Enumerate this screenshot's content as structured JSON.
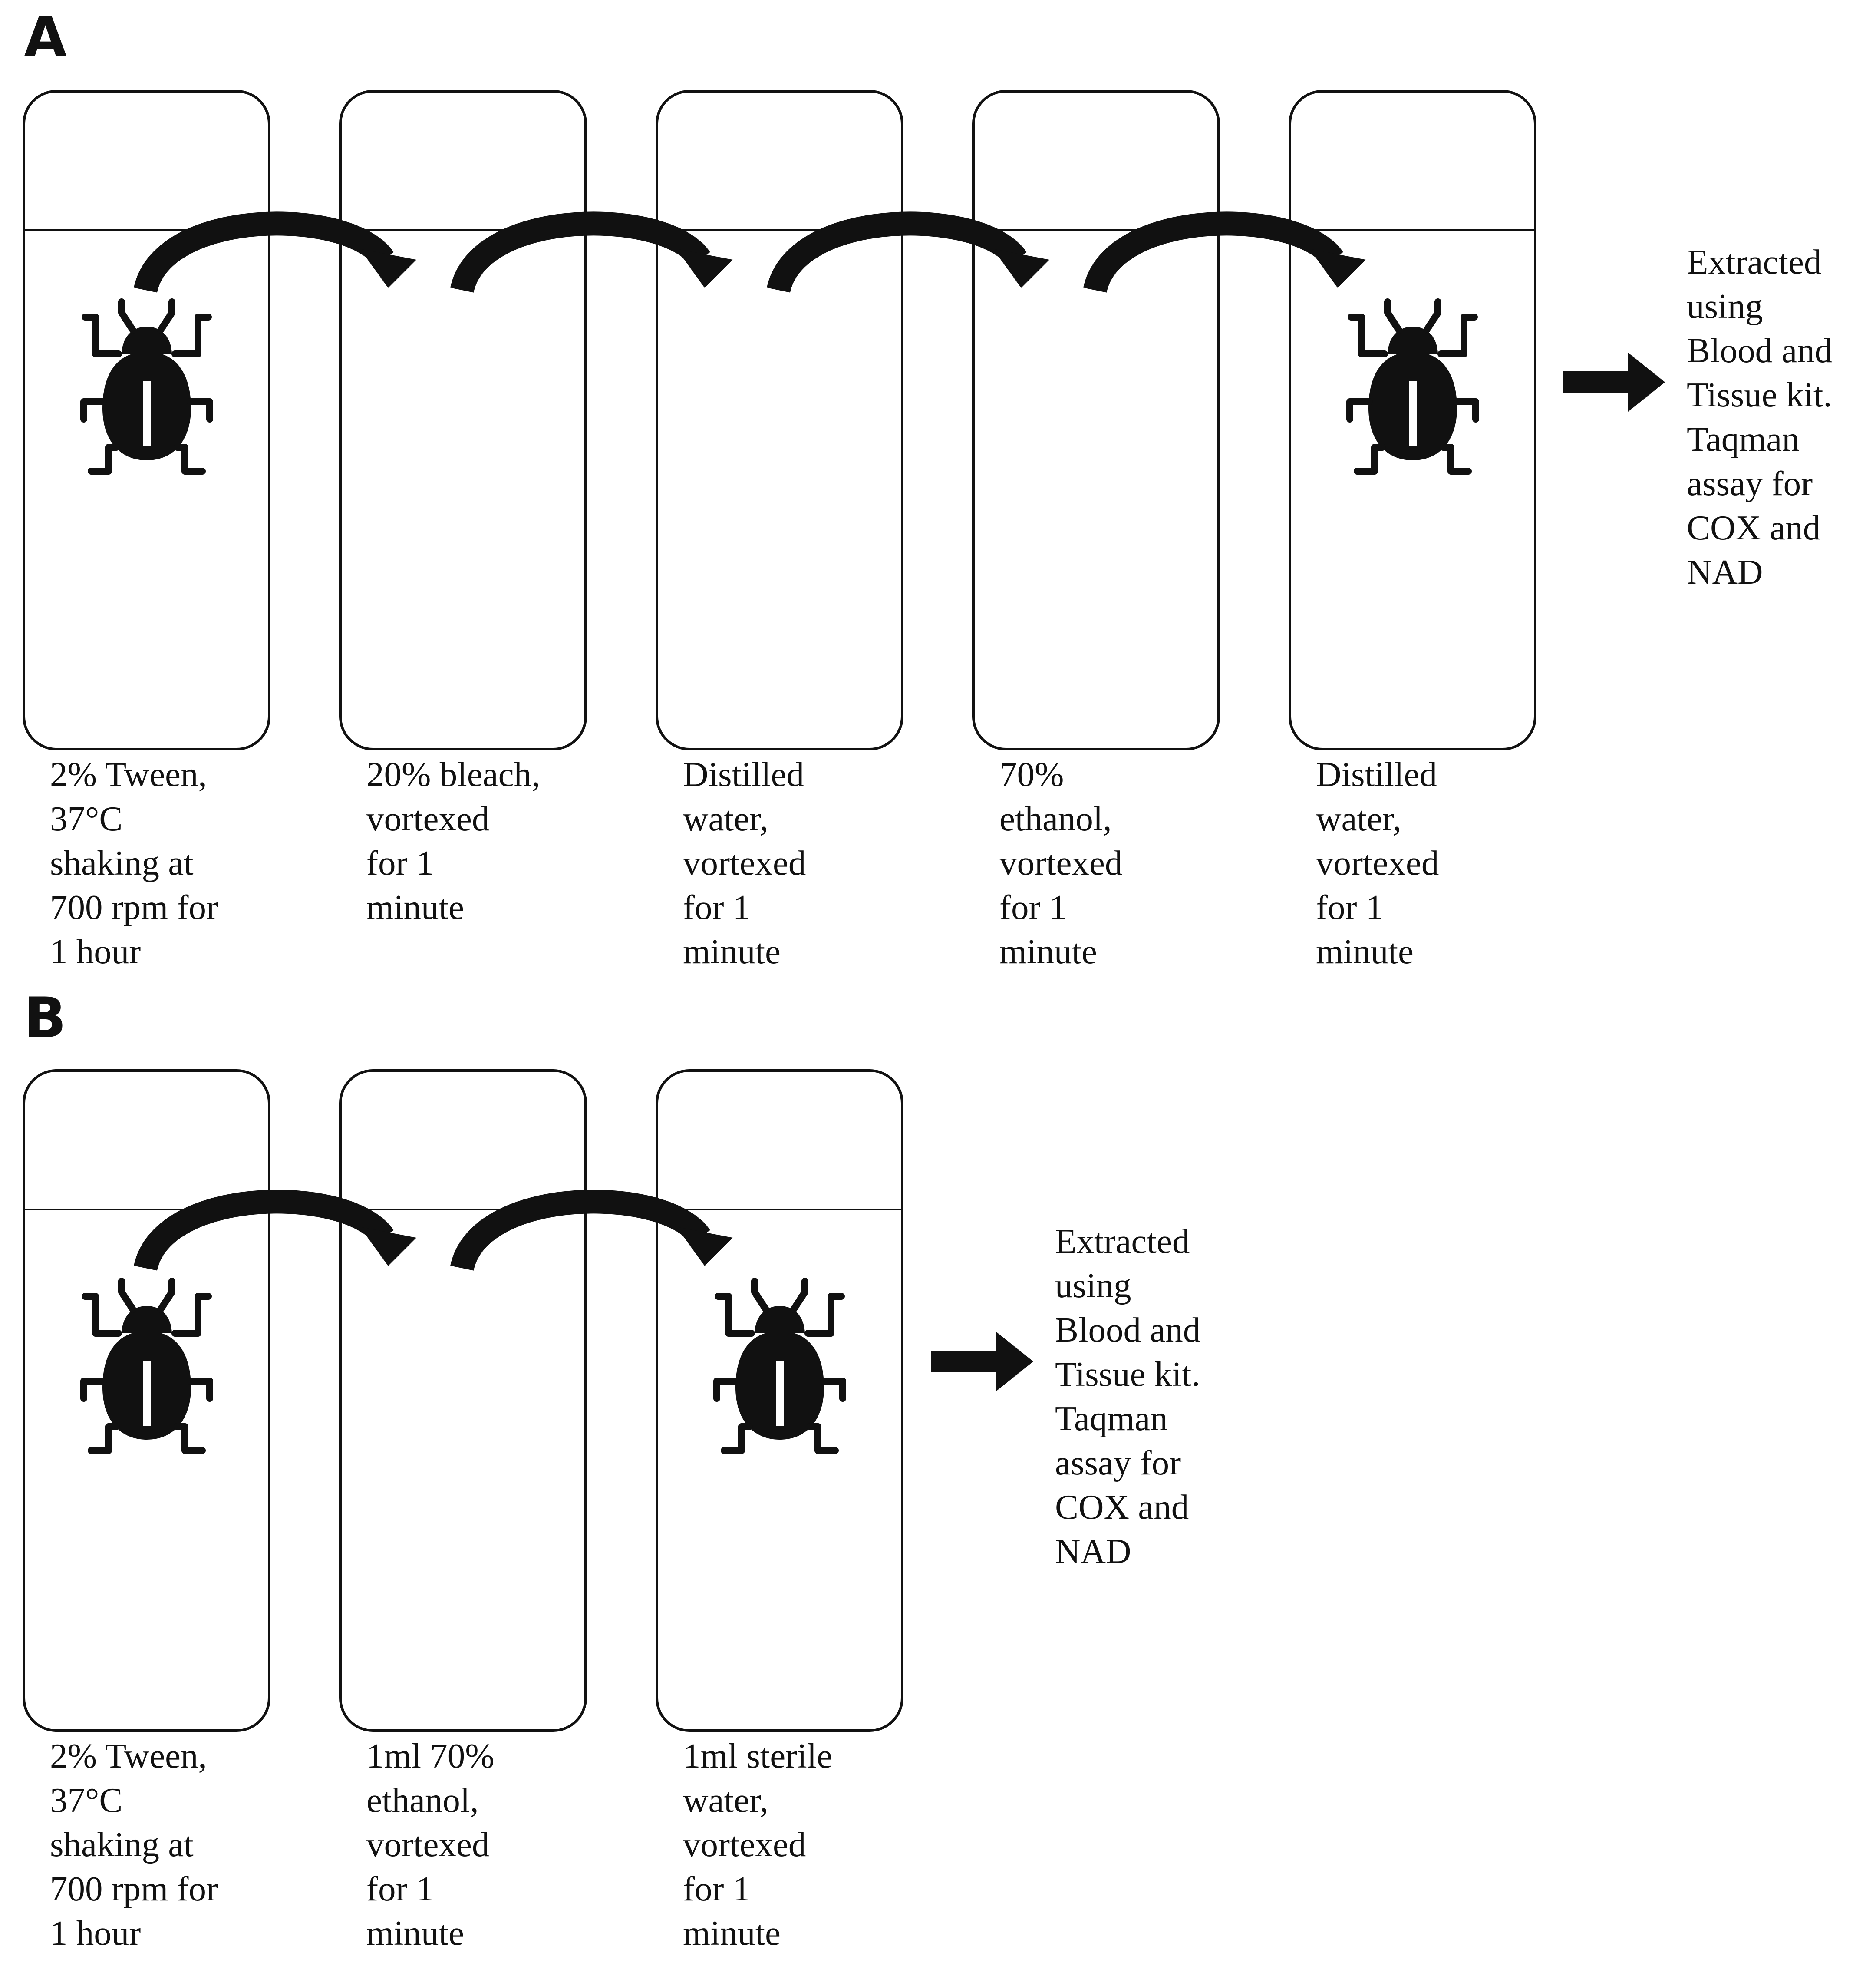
{
  "panels": [
    {
      "label": "A",
      "tubes": [
        {
          "lines": [
            "2% Tween,",
            "37°C",
            "shaking at",
            "700 rpm for",
            "1 hour"
          ],
          "has_insect": true
        },
        {
          "lines": [
            "20% bleach,",
            "vortexed",
            "for 1",
            "minute"
          ],
          "has_insect": false
        },
        {
          "lines": [
            "Distilled",
            "water,",
            "vortexed",
            "for 1",
            "minute"
          ],
          "has_insect": false
        },
        {
          "lines": [
            "70%",
            "ethanol,",
            "vortexed",
            "for 1",
            "minute"
          ],
          "has_insect": false
        },
        {
          "lines": [
            "Distilled",
            "water,",
            "vortexed",
            "for 1",
            "minute"
          ],
          "has_insect": true
        }
      ],
      "result_lines": [
        "Extracted",
        "using",
        "Blood and",
        "Tissue kit.",
        "Taqman",
        "assay for",
        "COX and",
        "NAD"
      ]
    },
    {
      "label": "B",
      "tubes": [
        {
          "lines": [
            "2% Tween,",
            "37°C",
            "shaking at",
            "700 rpm for",
            "1 hour"
          ],
          "has_insect": true
        },
        {
          "lines": [
            "1ml 70%",
            "ethanol,",
            "vortexed",
            "for 1",
            "minute"
          ],
          "has_insect": false
        },
        {
          "lines": [
            "1ml sterile",
            "water,",
            "vortexed",
            "for 1",
            "minute"
          ],
          "has_insect": true
        }
      ],
      "result_lines": [
        "Extracted",
        "using",
        "Blood and",
        "Tissue kit.",
        "Taqman",
        "assay for",
        "COX and",
        "NAD"
      ]
    }
  ],
  "icons": {
    "insect": "beetle-icon",
    "transfer": "curved-arrow-icon",
    "next_step": "right-arrow-icon"
  },
  "colors": {
    "stroke": "#111111",
    "background": "#ffffff"
  }
}
